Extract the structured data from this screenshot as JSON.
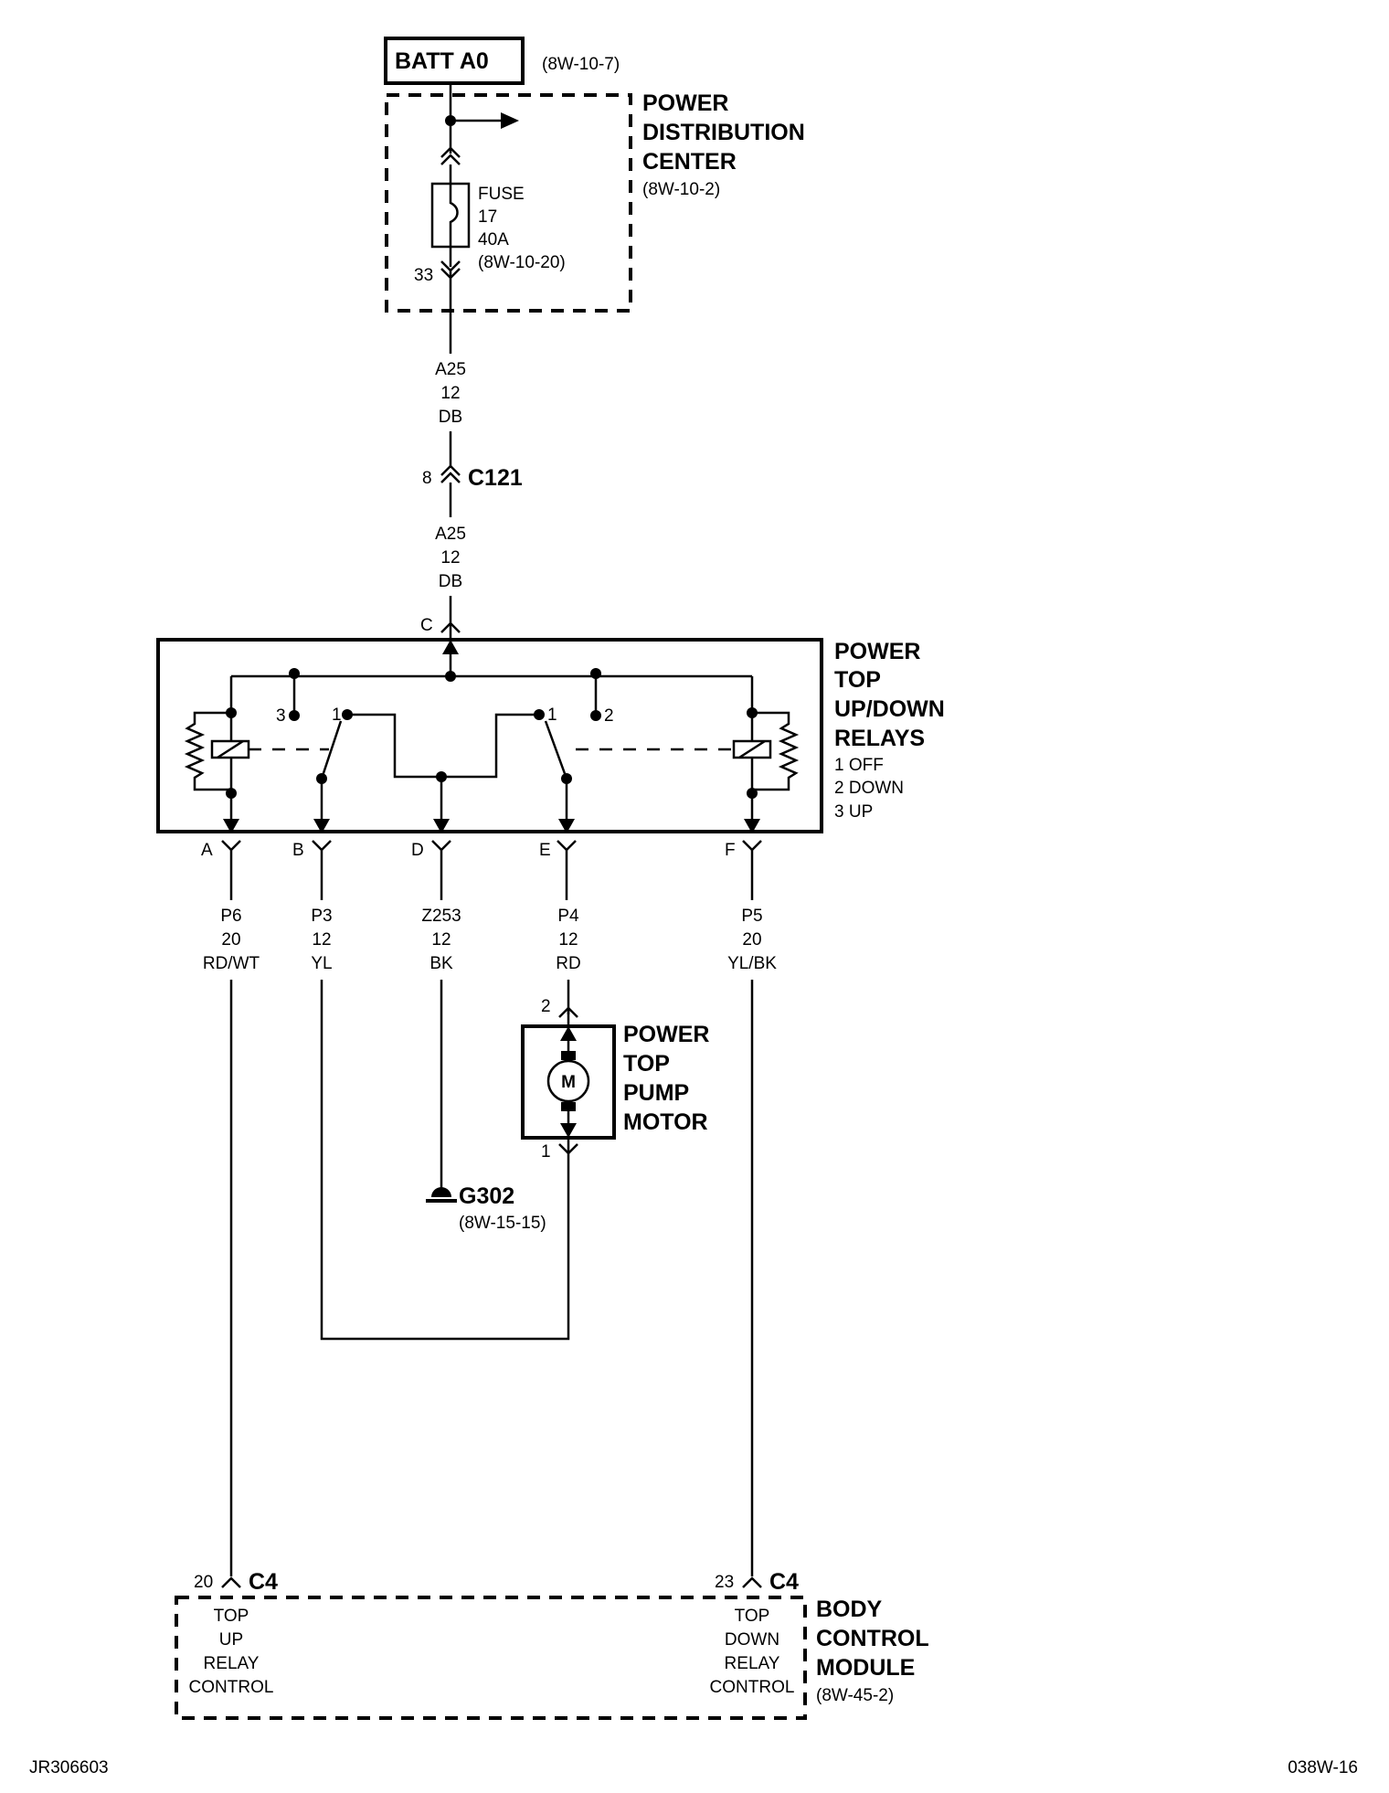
{
  "batt": {
    "label": "BATT A0",
    "ref": "(8W-10-7)"
  },
  "pdc": {
    "lines": [
      "POWER",
      "DISTRIBUTION",
      "CENTER"
    ],
    "ref": "(8W-10-2)"
  },
  "fuse": {
    "lines": [
      "FUSE",
      "17",
      "40A",
      "(8W-10-20)"
    ],
    "pin": "33"
  },
  "wire_a25_upper": [
    "A25",
    "12",
    "DB"
  ],
  "c121": {
    "pin": "8",
    "label": "C121"
  },
  "wire_a25_lower": [
    "A25",
    "12",
    "DB"
  ],
  "relay_input_pin": "C",
  "relays": {
    "lines": [
      "POWER",
      "TOP",
      "UP/DOWN",
      "RELAYS"
    ],
    "legend": [
      "1 OFF",
      "2 DOWN",
      "3 UP"
    ],
    "contact_labels": {
      "left_3": "3",
      "left_1": "1",
      "right_1": "1",
      "right_2": "2"
    }
  },
  "relay_pins": [
    "A",
    "B",
    "D",
    "E",
    "F"
  ],
  "wires": [
    {
      "circuit": "P6",
      "gauge": "20",
      "color": "RD/WT"
    },
    {
      "circuit": "P3",
      "gauge": "12",
      "color": "YL"
    },
    {
      "circuit": "Z253",
      "gauge": "12",
      "color": "BK"
    },
    {
      "circuit": "P4",
      "gauge": "12",
      "color": "RD"
    },
    {
      "circuit": "P5",
      "gauge": "20",
      "color": "YL/BK"
    }
  ],
  "motor": {
    "lines": [
      "POWER",
      "TOP",
      "PUMP",
      "MOTOR"
    ],
    "symbol": "M",
    "pin_top": "2",
    "pin_bottom": "1"
  },
  "ground": {
    "label": "G302",
    "ref": "(8W-15-15)"
  },
  "bcm_connectors": [
    {
      "pin": "20",
      "label": "C4"
    },
    {
      "pin": "23",
      "label": "C4"
    }
  ],
  "bcm": {
    "lines": [
      "BODY",
      "CONTROL",
      "MODULE"
    ],
    "ref": "(8W-45-2)",
    "up_control": [
      "TOP",
      "UP",
      "RELAY",
      "CONTROL"
    ],
    "down_control": [
      "TOP",
      "DOWN",
      "RELAY",
      "CONTROL"
    ]
  },
  "footer": {
    "left": "JR306603",
    "right": "038W-16"
  }
}
